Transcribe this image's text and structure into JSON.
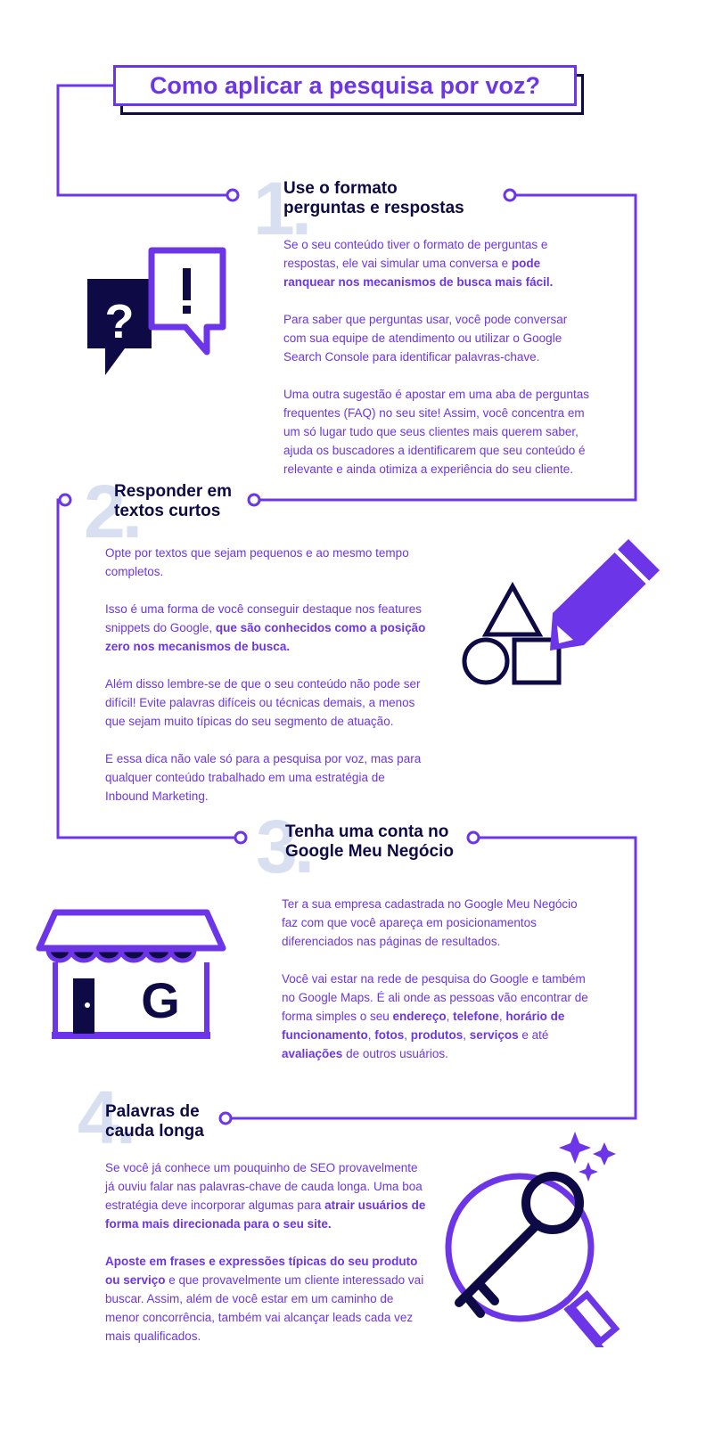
{
  "title": "Como aplicar a pesquisa por voz?",
  "colors": {
    "accent": "#6c35e8",
    "navy": "#0d0a45",
    "number": "#d8dff0"
  },
  "sections": [
    {
      "number": "1.",
      "heading_l1": "Use o formato",
      "heading_l2": "perguntas e respostas",
      "p1a": "Se o seu conteúdo tiver o formato de perguntas e respostas, ele vai simular uma conversa e ",
      "p1b": "pode ranquear nos mecanismos de busca mais fácil.",
      "p2": "Para saber que perguntas usar, você pode conversar com sua equipe de atendimento ou utilizar o Google Search Console para identificar palavras-chave.",
      "p3": "Uma outra sugestão é apostar em uma aba de perguntas frequentes (FAQ) no seu site! Assim, você concentra em um só lugar tudo que seus clientes mais querem saber, ajuda os buscadores a identificarem que seu conteúdo é relevante e ainda otimiza a experiência do seu cliente.",
      "icon": "question-exclamation-bubbles-icon"
    },
    {
      "number": "2.",
      "heading_l1": "Responder em",
      "heading_l2": "textos curtos",
      "p1": "Opte por textos que sejam pequenos e ao mesmo tempo completos.",
      "p2a": "Isso é uma forma de você conseguir destaque nos features snippets do Google, ",
      "p2b": "que são conhecidos como a posição zero nos mecanismos de busca.",
      "p3": "Além disso lembre-se de que o seu conteúdo não pode ser difícil! Evite palavras difíceis ou técnicas demais, a menos que sejam muito típicas do seu segmento de atuação.",
      "p4": "E essa dica não vale só para a pesquisa por voz, mas para qualquer conteúdo trabalhado em uma estratégia de Inbound Marketing.",
      "icon": "shapes-pencil-icon"
    },
    {
      "number": "3.",
      "heading_l1": "Tenha uma conta no",
      "heading_l2": "Google Meu Negócio",
      "p1": "Ter a sua empresa cadastrada no Google Meu Negócio faz com que você apareça em posicionamentos diferenciados nas páginas de resultados.",
      "p2a": "Você vai estar na rede de pesquisa do Google e também no Google Maps. É ali onde as pessoas vão encontrar de forma simples o seu ",
      "b1": "endereço",
      "s1": ", ",
      "b2": "telefone",
      "s2": ", ",
      "b3": "horário de funcionamento",
      "s3": ", ",
      "b4": "fotos",
      "s4": ", ",
      "b5": "produtos",
      "s5": ", ",
      "b6": "serviços",
      "s6": " e até ",
      "b7": "avaliações",
      "s7": " de outros usuários.",
      "store_letter": "G",
      "icon": "storefront-icon"
    },
    {
      "number": "4.",
      "heading_l1": "Palavras de",
      "heading_l2": "cauda longa",
      "p1a": "Se você já conhece um pouquinho de SEO provavelmente já ouviu falar nas palavras-chave de cauda longa. Uma boa estratégia deve incorporar algumas para ",
      "p1b": "atrair usuários de forma mais direcionada para o seu site.",
      "p2a": "Aposte em frases e expressões típicas do seu produto ou serviço",
      "p2b": " e que provavelmente um cliente interessado vai buscar. Assim, além de você estar em um caminho de menor concorrência, também vai alcançar leads cada vez mais qualificados.",
      "icon": "key-magnifier-icon"
    }
  ]
}
